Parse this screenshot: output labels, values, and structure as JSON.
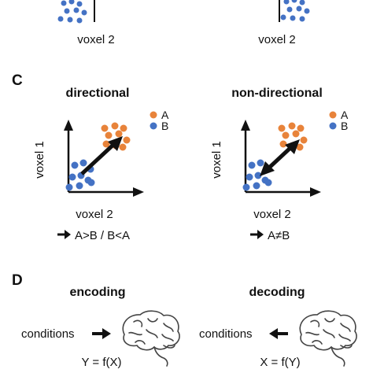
{
  "panel_c": {
    "letter": "C",
    "colors": {
      "A": "#e8833a",
      "B": "#4472c4"
    },
    "legend": {
      "A": "A",
      "B": "B"
    },
    "plots": [
      {
        "title": "directional",
        "xlabel": "voxel 2",
        "ylabel": "voxel 1",
        "summary": "A>B / B<A",
        "arrow": "one-headed"
      },
      {
        "title": "non-directional",
        "xlabel": "voxel 2",
        "ylabel": "voxel 1",
        "summary": "A≠B",
        "arrow": "two-headed"
      }
    ]
  },
  "panel_top_fragment": {
    "xlabels": [
      "voxel 2",
      "voxel 2"
    ]
  },
  "panel_d": {
    "letter": "D",
    "models": [
      {
        "title": "encoding",
        "input_label": "conditions",
        "arrow": "right",
        "formula": "Y = f(X)",
        "icon": "brain-icon"
      },
      {
        "title": "decoding",
        "input_label": "conditions",
        "arrow": "left",
        "formula": "X = f(Y)",
        "icon": "brain-icon"
      }
    ]
  }
}
